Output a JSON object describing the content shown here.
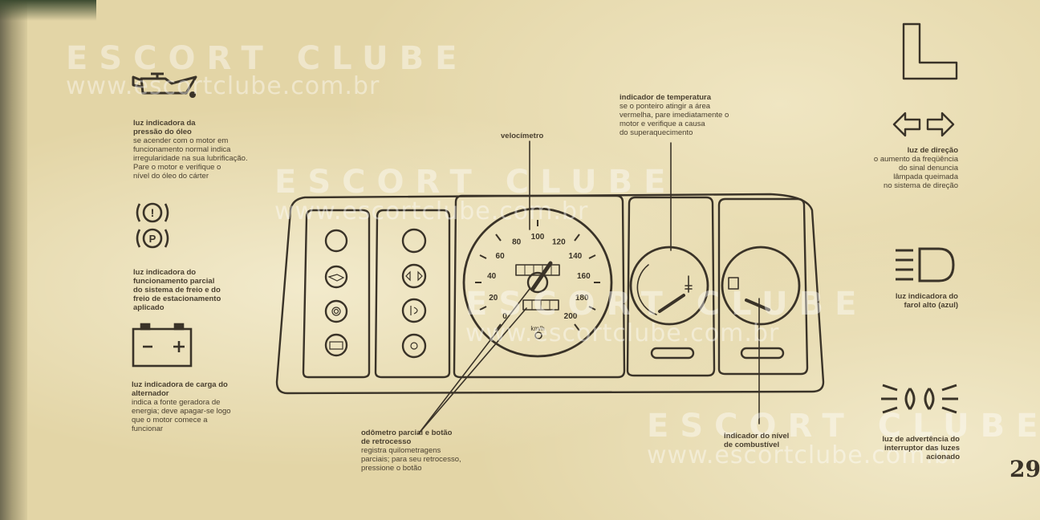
{
  "watermark": {
    "brand": "ESCORT CLUBE",
    "url": "www.escortclube.com.br"
  },
  "oil": {
    "title_1": "luz indicadora da",
    "title_2": "pressão do óleo",
    "lines": [
      "se acender com o motor em",
      "funcionamento normal indica",
      "irregularidade na sua lubrificação.",
      "Pare o motor e verifique o",
      "nível do óleo do cárter"
    ]
  },
  "brake": {
    "icon_top": "(!)",
    "icon_bottom": "(P)",
    "lines": [
      "luz indicadora do",
      "funcionamento parcial",
      "do sistema de freio e do",
      "freio de estacionamento",
      "aplicado"
    ]
  },
  "battery": {
    "title_1": "luz indicadora de carga do",
    "title_2": "alternador",
    "lines": [
      "indica a fonte geradora de",
      "energia; deve apagar-se logo",
      "que o motor comece a",
      "funcionar"
    ]
  },
  "speedo": {
    "label": "velocímetro",
    "ticks": [
      "0",
      "20",
      "40",
      "60",
      "80",
      "100",
      "120",
      "140",
      "160",
      "180",
      "200"
    ],
    "unit": "km/h"
  },
  "odometer": {
    "title_1": "odômetro parcial e botão",
    "title_2": "de retrocesso",
    "lines": [
      "registra quilometragens",
      "parciais; para seu retrocesso,",
      "pressione o botão"
    ]
  },
  "temperature": {
    "title": "indicador de temperatura",
    "lines": [
      "se o ponteiro atingir a área",
      "vermelha, pare imediatamente o",
      "motor e verifique a causa",
      "do superaquecimento"
    ]
  },
  "fuel": {
    "title_1": "indicador do nível",
    "title_2": "de combustível"
  },
  "turn": {
    "title": "luz de direção",
    "lines": [
      "o aumento da freqüência",
      "do sinal denuncia",
      "lâmpada queimada",
      "no sistema de direção"
    ]
  },
  "highbeam": {
    "title_1": "luz indicadora do",
    "title_2": "farol alto (azul)"
  },
  "hazard": {
    "title_1": "luz de advertência do",
    "title_2": "interruptor das luzes",
    "title_3": "acionado"
  },
  "page_number": "29"
}
